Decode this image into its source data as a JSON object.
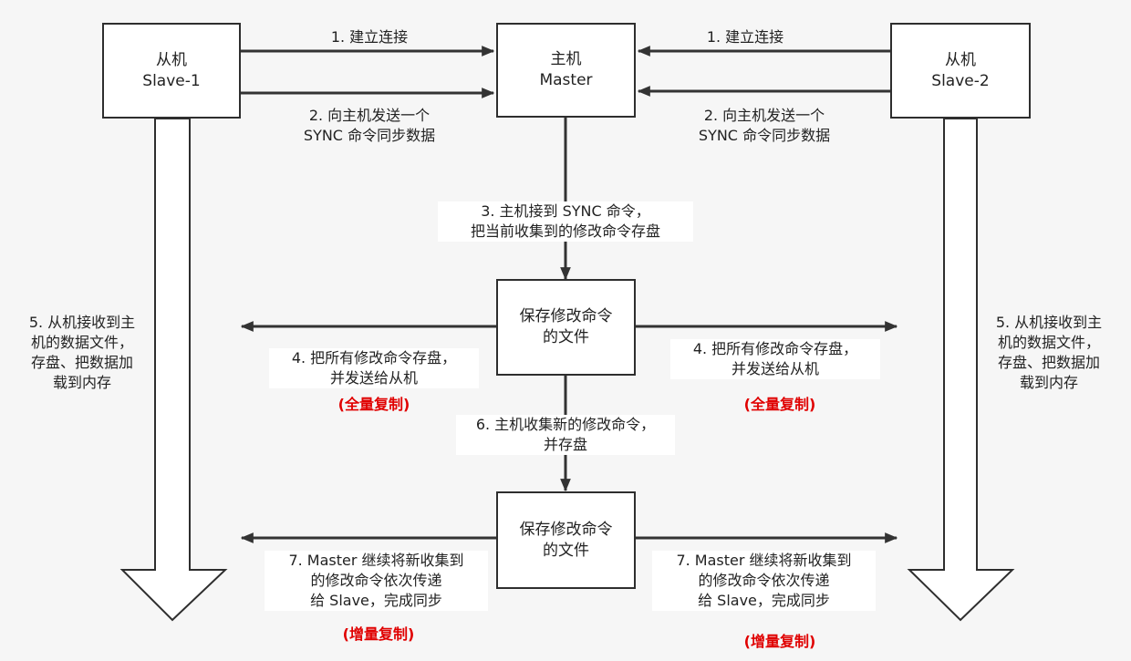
{
  "nodes": {
    "slave1": {
      "line1": "从机",
      "line2": "Slave-1"
    },
    "master": {
      "line1": "主机",
      "line2": "Master"
    },
    "slave2": {
      "line1": "从机",
      "line2": "Slave-2"
    },
    "file1": {
      "line1": "保存修改命令",
      "line2": "的文件"
    },
    "file2": {
      "line1": "保存修改命令",
      "line2": "的文件"
    }
  },
  "labels": {
    "connect_left": "1. 建立连接",
    "connect_right": "1. 建立连接",
    "sync_left": [
      "2. 向主机发送一个",
      "SYNC 命令同步数据"
    ],
    "sync_right": [
      "2. 向主机发送一个",
      "SYNC 命令同步数据"
    ],
    "step3": [
      "3. 主机接到 SYNC 命令，",
      "把当前收集到的修改命令存盘"
    ],
    "step4_left": [
      "4. 把所有修改命令存盘，",
      "并发送给从机"
    ],
    "step4_right": [
      "4. 把所有修改命令存盘，",
      "并发送给从机"
    ],
    "full_copy_left": "(全量复制)",
    "full_copy_right": "(全量复制)",
    "step5_left": [
      "5. 从机接收到主",
      "机的数据文件，",
      "存盘、把数据加",
      "载到内存"
    ],
    "step5_right": [
      "5. 从机接收到主",
      "机的数据文件，",
      "存盘、把数据加",
      "载到内存"
    ],
    "step6": [
      "6. 主机收集新的修改命令，",
      "并存盘"
    ],
    "step7_left": [
      "7. Master 继续将新收集到",
      "的修改命令依次传递",
      "给 Slave，完成同步"
    ],
    "step7_right": [
      "7. Master 继续将新收集到",
      "的修改命令依次传递",
      "给 Slave，完成同步"
    ],
    "incr_copy_left": "(增量复制)",
    "incr_copy_right": "(增量复制)"
  },
  "colors": {
    "stroke": "#333333",
    "highlight": "#e00000",
    "background": "#f6f6f6"
  }
}
